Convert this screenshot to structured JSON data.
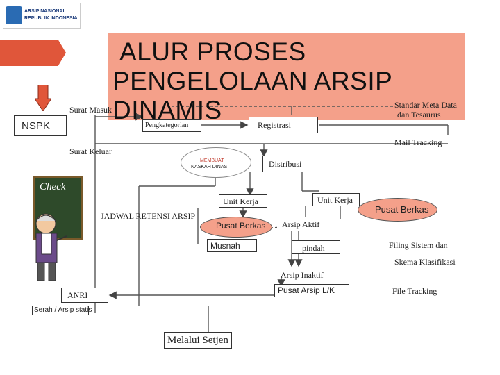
{
  "logo": {
    "line1": "ARSIP NASIONAL",
    "line2": "REPUBLIK INDONESIA"
  },
  "title": {
    "line1": "ALUR PROSES",
    "line2": "PENGELOLAAN  ARSIP",
    "line3": "DINAMIS"
  },
  "left": {
    "nspk": "NSPK",
    "board_text": "Check"
  },
  "nodes": {
    "surat_masuk": "Surat Masuk",
    "pengkategorian": "Pengkategorian",
    "registrasi": "Registrasi",
    "standar_meta_data": "Standar Meta Data",
    "dan_tesaurus": "dan Tesaurus",
    "mail_tracking": "Mail Tracking",
    "surat_keluar": "Surat Keluar",
    "membuat_naskah_1": "MEMBUAT",
    "membuat_naskah_2": "NASKAH DINAS",
    "distribusi": "Distribusi",
    "unit_kerja_1": "Unit Kerja",
    "unit_kerja_2": "Unit Kerja",
    "pusat_berkas_right": "Pusat Berkas",
    "jadwal_retensi": "JADWAL RETENSI ARSIP",
    "pusat_berkas_mid": "Pusat Berkas",
    "arsip_aktif": "Arsip Aktif",
    "filing_sistem": "Filing Sistem dan",
    "skema_klasifikasi": "Skema Klasifikasi",
    "musnah": "Musnah",
    "pindah": "pindah",
    "arsip_inaktif": "Arsip Inaktif",
    "pusat_arsip": "Pusat Arsip L/K",
    "file_tracking": "File Tracking",
    "anri": "ANRI",
    "serah": "Serah / Arsip statis",
    "melalui_setjen": "Melalui Setjen"
  },
  "colors": {
    "title_bg": "#f4a08a",
    "arrow_red": "#e0563a",
    "line": "#555555"
  }
}
